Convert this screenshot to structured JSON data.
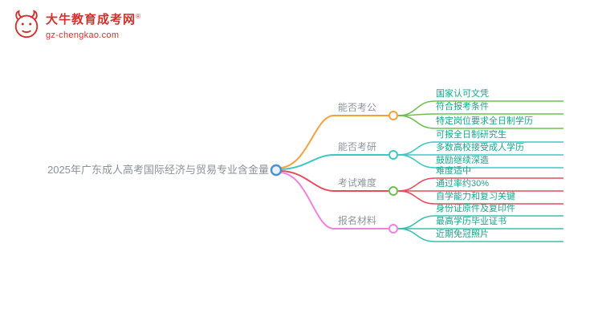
{
  "logo": {
    "brand": "大牛教育成考网",
    "trademark": "®",
    "domain": "gz-chengkao.com",
    "icon": "bull-icon",
    "color": "#d2322e"
  },
  "mindmap": {
    "root": "2025年广东成人高考国际经济与贸易专业含金量",
    "root_node_color": "#4a90d2",
    "branches": [
      {
        "label": "能否考公",
        "line_color": "#f5a13d",
        "node_color": "#f5a13d",
        "sub_line_color": "#6fbf53",
        "children": [
          "国家认可文凭",
          "符合报考条件",
          "特定岗位要求全日制学历"
        ]
      },
      {
        "label": "能否考研",
        "line_color": "#3fc8c1",
        "node_color": "#3fc8c1",
        "sub_line_color": "#3fc8c1",
        "children": [
          "可报全日制研究生",
          "多数高校接受成人学历",
          "鼓励继续深造"
        ]
      },
      {
        "label": "考试难度",
        "line_color": "#e64c5e",
        "node_color": "#6fbf53",
        "sub_line_color": "#e64c5e",
        "children": [
          "难度适中",
          "通过率约30%",
          "自学能力和复习关键"
        ]
      },
      {
        "label": "报名材料",
        "line_color": "#ee82e0",
        "node_color": "#ee82e0",
        "sub_line_color": "#3cbfae",
        "children": [
          "身份证原件及复印件",
          "最高学历毕业证书",
          "近期免冠照片"
        ]
      }
    ],
    "sub_text_color": "#14a78c"
  }
}
